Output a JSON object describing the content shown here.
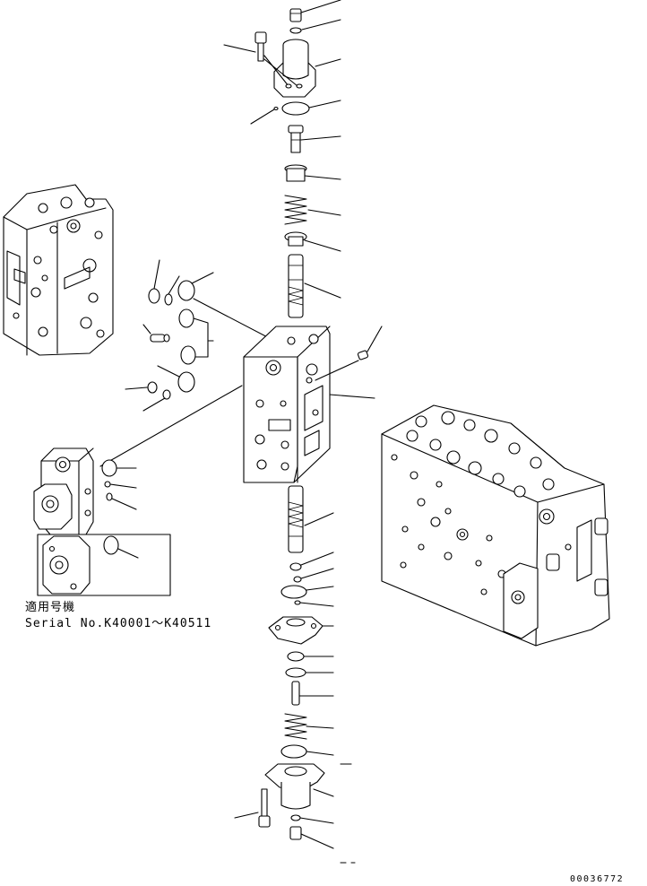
{
  "applicability": {
    "label": "適用号機",
    "serial_range": "Serial No.K40001～K40511"
  },
  "drawing_code": "00036772"
}
